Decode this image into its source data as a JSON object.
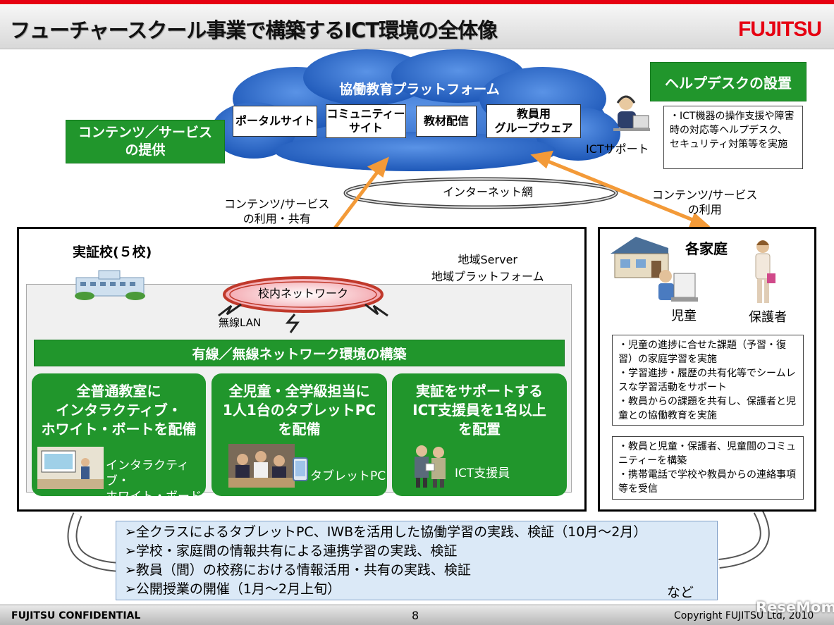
{
  "title": "フューチャースクール事業で構築するICT環境の全体像",
  "logo": "FUJITSU",
  "cloud": {
    "title": "協働教育プラットフォーム",
    "items": [
      "ポータルサイト",
      "コミュニティー\nサイト",
      "教材配信",
      "教員用\nグループウェア"
    ]
  },
  "contents_service": "コンテンツ／サービス\nの提供",
  "helpdesk": {
    "title": "ヘルプデスクの設置",
    "icon_label": "ICTサポート",
    "note": "・ICT機器の操作支援や障害時の対応等ヘルプデスク、セキュリティ対策等を実施"
  },
  "internet": "インターネット網",
  "labels": {
    "school_use": "コンテンツ/サービス\nの利用・共有",
    "home_use": "コンテンツ/サービス\nの利用",
    "regional": "地域Server\n地域プラットフォーム",
    "wireless": "無線LAN",
    "campus_net": "校内ネットワーク"
  },
  "school": {
    "title": "実証校(５校)",
    "network_bar": "有線／無線ネットワーク環境の構築",
    "cards": [
      {
        "text": "全普通教室に\nインタラクティブ・\nホワイト・ボートを配備",
        "caption": "インタラクティブ・\nホワイト・ボード"
      },
      {
        "text": "全児童・全学級担当に\n1人1台のタブレットPC\nを配備",
        "caption": "タブレットPC"
      },
      {
        "text": "実証をサポートする\nICT支援員を1名以上\nを配置",
        "caption": "ICT支援員"
      }
    ]
  },
  "home": {
    "title": "各家庭",
    "child": "児童",
    "parent": "保護者",
    "note1": "・児童の進捗に合せた課題（予習・復習）の家庭学習を実施\n・学習進捗・履歴の共有化等でシームレスな学習活動をサポート\n・教員からの課題を共有し、保護者と児童との協働教育を実施",
    "note2": "・教員と児童・保護者、児童間のコミュニティーを構築\n・携帯電話で学校や教員からの連絡事項等を受信"
  },
  "actions": [
    "➢全クラスによるタブレットPC、IWBを活用した協働学習の実践、検証（10月～2月）",
    "➢学校・家庭間の情報共有による連携学習の実践、検証",
    "➢教員（間）の校務における情報活用・共有の実践、検証",
    "➢公開授業の開催（1月～2月上旬）"
  ],
  "actions_etc": "など",
  "footer": {
    "left": "FUJITSU CONFIDENTIAL",
    "page": "8",
    "right": "Copyright FUJITSU Ltd, 2010"
  },
  "watermark": "ReseMom",
  "colors": {
    "green": "#21962c",
    "red": "#e60012",
    "arrow": "#f39a38",
    "cloud": "#2f6fd0"
  }
}
